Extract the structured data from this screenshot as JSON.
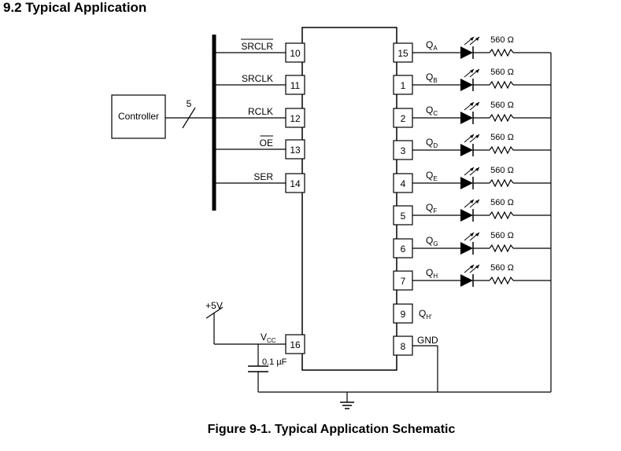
{
  "heading": "9.2 Typical Application",
  "caption": "Figure 9-1. Typical Application Schematic",
  "controller": {
    "label": "Controller",
    "bus_width": "5"
  },
  "left_pins": [
    {
      "name": "SRCLR",
      "overbar": true,
      "pin": "10"
    },
    {
      "name": "SRCLK",
      "overbar": false,
      "pin": "11"
    },
    {
      "name": "RCLK",
      "overbar": false,
      "pin": "12"
    },
    {
      "name": "OE",
      "overbar": true,
      "pin": "13"
    },
    {
      "name": "SER",
      "overbar": false,
      "pin": "14"
    }
  ],
  "outputs": [
    {
      "q": "Q",
      "sub": "A",
      "pin": "15",
      "resistor": "560 Ω"
    },
    {
      "q": "Q",
      "sub": "B",
      "pin": "1",
      "resistor": "560 Ω"
    },
    {
      "q": "Q",
      "sub": "C",
      "pin": "2",
      "resistor": "560 Ω"
    },
    {
      "q": "Q",
      "sub": "D",
      "pin": "3",
      "resistor": "560 Ω"
    },
    {
      "q": "Q",
      "sub": "E",
      "pin": "4",
      "resistor": "560 Ω"
    },
    {
      "q": "Q",
      "sub": "F",
      "pin": "5",
      "resistor": "560 Ω"
    },
    {
      "q": "Q",
      "sub": "G",
      "pin": "6",
      "resistor": "560 Ω"
    },
    {
      "q": "Q",
      "sub": "H",
      "pin": "7",
      "resistor": "560 Ω"
    }
  ],
  "qh_prime": {
    "q": "Q",
    "sub": "H'",
    "pin": "9"
  },
  "gnd": {
    "label": "GND",
    "pin": "8"
  },
  "vcc": {
    "v": "V",
    "sub": "CC",
    "pin": "16"
  },
  "supply": "+5V",
  "capacitor": "0.1 µF"
}
